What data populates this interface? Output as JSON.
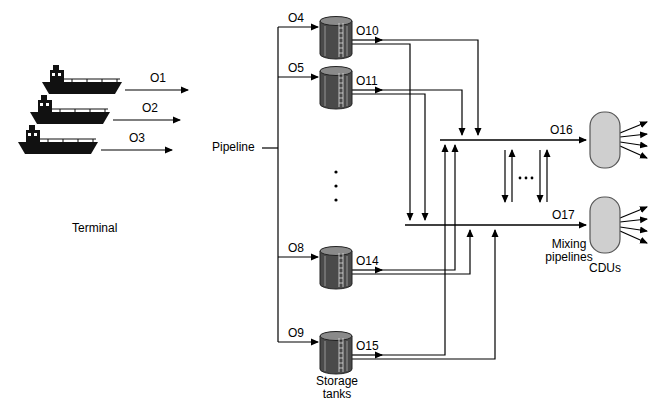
{
  "diagram": {
    "labels": [
      "O1",
      "O2",
      "O3",
      "Pipeline",
      "O4",
      "O5",
      "O8",
      "O9",
      "O10",
      "O11",
      "O14",
      "O15",
      "O16",
      "O17",
      "Terminal",
      "Storage tanks",
      "Mixing pipelines",
      "CDUs"
    ]
  }
}
